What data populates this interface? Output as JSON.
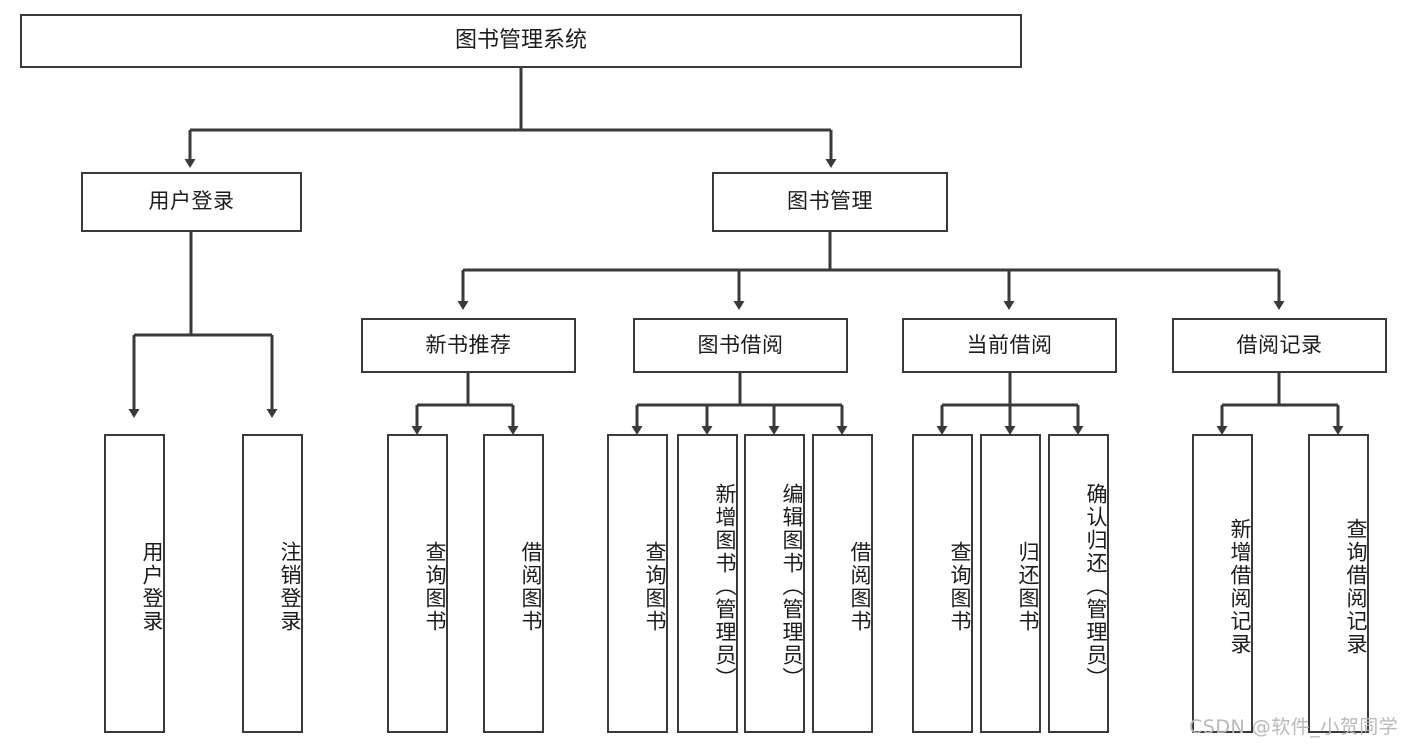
{
  "diagram": {
    "title": "图书管理系统",
    "type": "functional-structure-tree",
    "root": {
      "id": "root",
      "label": "图书管理系统"
    },
    "level2": [
      {
        "id": "user-login",
        "label": "用户登录"
      },
      {
        "id": "book-manage",
        "label": "图书管理"
      }
    ],
    "level3": [
      {
        "id": "new-book-recommend",
        "label": "新书推荐"
      },
      {
        "id": "book-borrow",
        "label": "图书借阅"
      },
      {
        "id": "current-borrow",
        "label": "当前借阅"
      },
      {
        "id": "borrow-record",
        "label": "借阅记录"
      }
    ],
    "leaves": {
      "user_login": [
        {
          "id": "leaf-user-login",
          "label": "用户登录"
        },
        {
          "id": "leaf-logout-login",
          "label": "注销登录"
        }
      ],
      "new_book_recommend": [
        {
          "id": "leaf-query-book-1",
          "label": "查询图书"
        },
        {
          "id": "leaf-borrow-book-1",
          "label": "借阅图书"
        }
      ],
      "book_borrow": [
        {
          "id": "leaf-query-book-2",
          "label": "查询图书"
        },
        {
          "id": "leaf-add-book",
          "label": "新增图书（管理员）"
        },
        {
          "id": "leaf-edit-book",
          "label": "编辑图书（管理员）"
        },
        {
          "id": "leaf-borrow-book-2",
          "label": "借阅图书"
        }
      ],
      "current_borrow": [
        {
          "id": "leaf-query-book-3",
          "label": "查询图书"
        },
        {
          "id": "leaf-return-book",
          "label": "归还图书"
        },
        {
          "id": "leaf-confirm-return",
          "label": "确认归还（管理员）"
        }
      ],
      "borrow_record": [
        {
          "id": "leaf-add-record",
          "label": "新增借阅记录"
        },
        {
          "id": "leaf-query-record",
          "label": "查询借阅记录"
        }
      ]
    }
  },
  "watermark": {
    "text": "CSDN @软件_小贺同学"
  },
  "colors": {
    "stroke": "#3a3a3a",
    "box_fill": "#ffffff",
    "text": "#1c1c1c",
    "watermark": "#b9b9b9",
    "background": "#ffffff"
  }
}
